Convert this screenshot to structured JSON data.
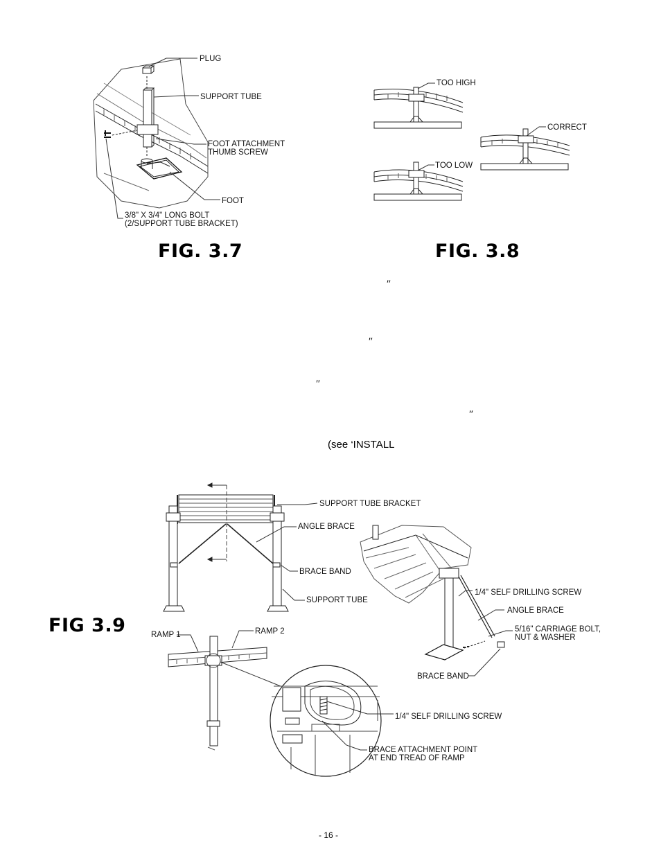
{
  "fig37": {
    "title": "FIG. 3.7",
    "labels": {
      "plug": "PLUG",
      "support_tube": "SUPPORT TUBE",
      "thumb_screw": "FOOT ATTACHMENT\nTHUMB SCREW",
      "foot": "FOOT",
      "bolt": "3/8\" X 3/4\" LONG BOLT\n(2/SUPPORT TUBE BRACKET)"
    }
  },
  "fig38": {
    "title": "FIG. 3.8",
    "labels": {
      "too_high": "TOO HIGH",
      "correct": "CORRECT",
      "too_low": "TOO LOW"
    }
  },
  "text_fragments": {
    "mark1": "″",
    "mark2": "″",
    "mark3": "″",
    "mark4": "″",
    "see_install": "(see ‘INSTALL"
  },
  "fig39": {
    "title": "FIG 3.9",
    "labels": {
      "support_tube_bracket": "SUPPORT TUBE BRACKET",
      "angle_brace_front": "ANGLE BRACE",
      "brace_band_front": "BRACE BAND",
      "support_tube": "SUPPORT TUBE",
      "self_drilling_screw_iso": "1/4\" SELF DRILLING SCREW",
      "angle_brace_iso": "ANGLE BRACE",
      "carriage_bolt": "5/16\" CARRIAGE BOLT,\nNUT & WASHER",
      "brace_band_iso": "BRACE BAND",
      "ramp1": "RAMP 1",
      "ramp2": "RAMP 2",
      "self_drilling_screw_detail": "1/4\" SELF DRILLING SCREW",
      "brace_attachment": "BRACE ATTACHMENT POINT\nAT END TREAD OF RAMP"
    }
  },
  "footer": {
    "page_number": "- 16 -"
  }
}
